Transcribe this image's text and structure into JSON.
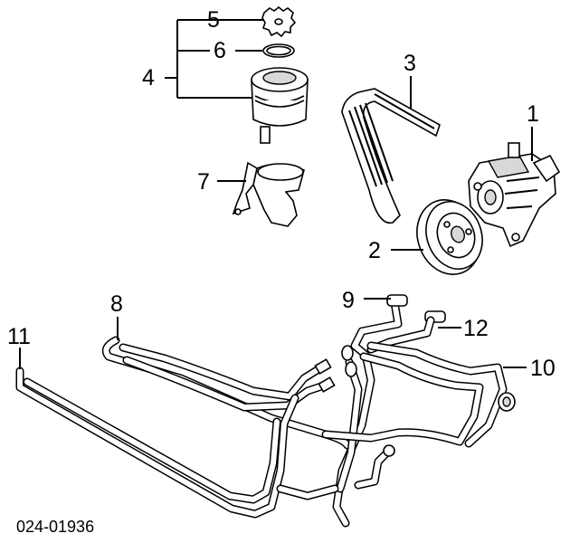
{
  "diagram": {
    "labels": {
      "l1": "1",
      "l2": "2",
      "l3": "3",
      "l4": "4",
      "l5": "5",
      "l6": "6",
      "l7": "7",
      "l8": "8",
      "l9": "9",
      "l10": "10",
      "l11": "11",
      "l12": "12"
    },
    "diagram_code": "024-01936"
  }
}
